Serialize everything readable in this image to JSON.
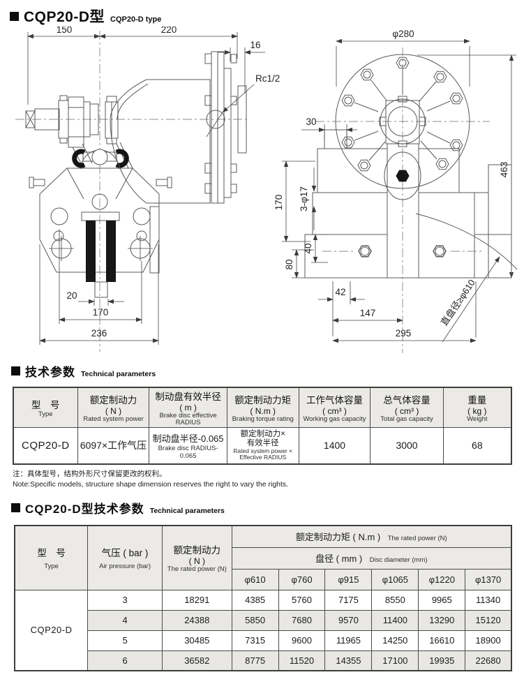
{
  "colors": {
    "line": "#5b5855",
    "header_bg": "#ebeae7",
    "shaded_row_bg": "#e8e7e4",
    "pad_black": "#171717",
    "heading_black": "#0d0d0d"
  },
  "sections": {
    "s1": {
      "title_zh": "CQP20-D型",
      "title_en": "CQP20-D type"
    },
    "s2": {
      "title_zh": "技术参数",
      "title_en": "Technical parameters"
    },
    "s3": {
      "title_zh": "CQP20-D型技术参数",
      "title_en": "Technical parameters"
    }
  },
  "drawing": {
    "left": {
      "d150": "150",
      "d220": "220",
      "d16": "16",
      "port": "Rc1/2",
      "d20": "20",
      "d170": "170",
      "d236": "236"
    },
    "right": {
      "d280": "φ280",
      "d463": "463",
      "d30": "30",
      "d170": "170",
      "d3phi17": "3-φ17",
      "d40": "40",
      "d80": "80",
      "d42": "42",
      "d147": "147",
      "d295": "295",
      "note": "直盘径≥φ610"
    }
  },
  "table1": {
    "headers": [
      {
        "zh": "型　号",
        "unit": "",
        "en": "Type"
      },
      {
        "zh": "额定制动力",
        "unit": "( N )",
        "en": "Rated system power"
      },
      {
        "zh": "制动盘有效半径",
        "unit": "( m )",
        "en": "Brake disc effective RADIUS"
      },
      {
        "zh": "额定制动力矩",
        "unit": "( N.m )",
        "en": "Braking torque rating"
      },
      {
        "zh": "工作气体容量",
        "unit": "( cm³ )",
        "en": "Working gas capacity"
      },
      {
        "zh": "总气体容量",
        "unit": "( cm³ )",
        "en": "Total gas capacity"
      },
      {
        "zh": "重量",
        "unit": "( kg )",
        "en": "Weight"
      }
    ],
    "row": {
      "type": "CQP20-D",
      "power": "6097×工作气压",
      "radius_zh": "制动盘半径-0.065",
      "radius_en": "Brake disc RADIUS-0.065",
      "torque_zh": [
        "额定制动力×",
        "有效半径"
      ],
      "torque_en": [
        "Rated system power ×",
        "Effective RADIUS"
      ],
      "working": "1400",
      "total": "3000",
      "weight": "68"
    },
    "note_zh": "注：具体型号，结构外形尺寸保留更改的权利。",
    "note_en": "Note:Specific models, structure shape dimension reserves the right to vary the rights."
  },
  "table2": {
    "col_type": {
      "zh": "型　号",
      "en": "Type"
    },
    "col_pressure": {
      "zh": "气压 ( bar )",
      "en": "Air pressure (bar)"
    },
    "col_power": {
      "zh": "额定制动力",
      "unit": "( N )",
      "en": "The rated power (N)"
    },
    "span_torque": {
      "zh": "额定制动力矩 ( N.m )",
      "en": "The rated power (N)"
    },
    "span_disc": {
      "zh": "盘径 ( mm )",
      "en": "Disc diameter (mm)"
    },
    "disc_cols": [
      "φ610",
      "φ760",
      "φ915",
      "φ1065",
      "φ1220",
      "φ1370"
    ],
    "model": "CQP20-D",
    "rows": [
      [
        "3",
        "18291",
        "4385",
        "5760",
        "7175",
        "8550",
        "9965",
        "11340"
      ],
      [
        "4",
        "24388",
        "5850",
        "7680",
        "9570",
        "11400",
        "13290",
        "15120"
      ],
      [
        "5",
        "30485",
        "7315",
        "9600",
        "11965",
        "14250",
        "16610",
        "18900"
      ],
      [
        "6",
        "36582",
        "8775",
        "11520",
        "14355",
        "17100",
        "19935",
        "22680"
      ]
    ]
  }
}
